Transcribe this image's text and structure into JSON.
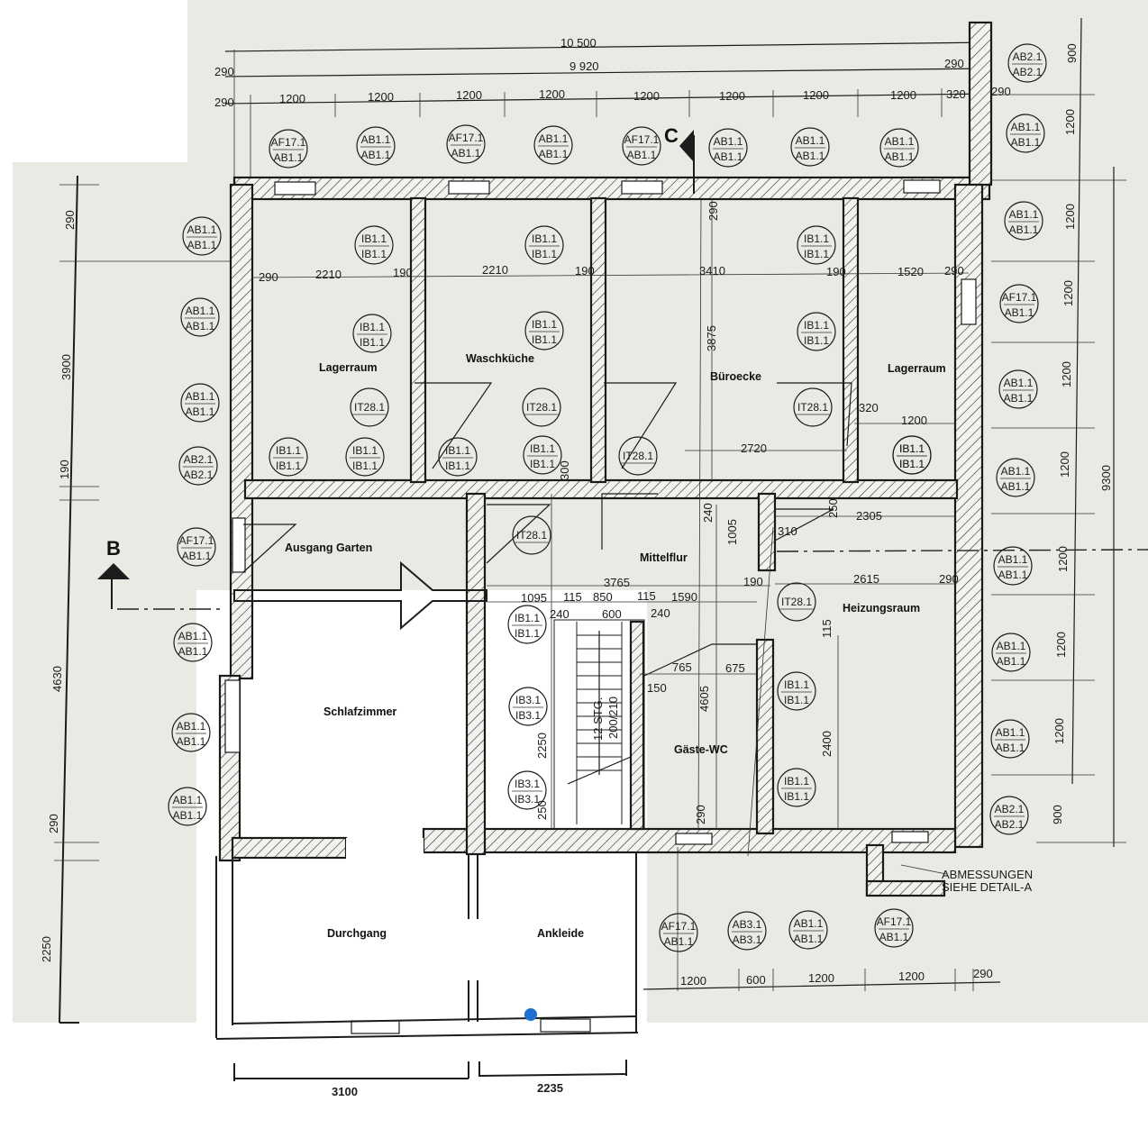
{
  "rooms": {
    "lagerraum_left": "Lagerraum",
    "waschkueche": "Waschküche",
    "bueroecke": "Büroecke",
    "lagerraum_right": "Lagerraum",
    "ausgang_garten": "Ausgang Garten",
    "mittelflur": "Mittelflur",
    "heizungsraum": "Heizungsraum",
    "schlafzimmer": "Schlafzimmer",
    "gaeste_wc": "Gäste-WC",
    "durchgang": "Durchgang",
    "ankleide": "Ankleide"
  },
  "sections": {
    "b": "B",
    "c": "C"
  },
  "note": {
    "line1": "ABMESSUNGEN",
    "line2": "SIEHE DETAIL-A"
  },
  "stairs": {
    "steps": "12 STG.",
    "ratio": "200/210"
  },
  "dims": {
    "top_total": "10 500",
    "top_inner": "9 920",
    "top_290_a": "290",
    "top_290_b": "290",
    "top_290_c": "290",
    "top_290_d": "290",
    "top_320": "320",
    "top_1200_1": "1200",
    "top_1200_2": "1200",
    "top_1200_3": "1200",
    "top_1200_4": "1200",
    "top_1200_5": "1200",
    "top_1200_6": "1200",
    "top_1200_7": "1200",
    "top_1200_8": "1200",
    "right_900_top": "900",
    "right_1200_1": "1200",
    "right_1200_2": "1200",
    "right_1200_3": "1200",
    "right_1200_4": "1200",
    "right_1200_5": "1200",
    "right_1200_6": "1200",
    "right_1200_7": "1200",
    "right_900_bottom": "900",
    "right_total": "9300",
    "left_290_top": "290",
    "left_3900": "3900",
    "left_190": "190",
    "left_4630": "4630",
    "left_290_bottom": "290",
    "left_2250": "2250",
    "room_290": "290",
    "room_2210_a": "2210",
    "room_190_a": "190",
    "room_2210_b": "2210",
    "room_190_b": "190",
    "room_3410": "3410",
    "room_190_c": "190",
    "room_1520": "1520",
    "room_290_b": "290",
    "room_3875": "3875",
    "room_290_c": "290",
    "d_320": "320",
    "d_1200": "1200",
    "d_2720": "2720",
    "d_300": "300",
    "d_250": "250",
    "d_310": "310",
    "d_2305": "2305",
    "d_1005": "1005",
    "d_240_a": "240",
    "d_3765": "3765",
    "d_190": "190",
    "d_2615": "2615",
    "d_290_d": "290",
    "d_1095": "1095",
    "d_115_a": "115",
    "d_850": "850",
    "d_115_b": "115",
    "d_1590": "1590",
    "d_240_b": "240",
    "d_600": "600",
    "d_240_c": "240",
    "d_115_c": "115",
    "d_765": "765",
    "d_675": "675",
    "d_150": "150",
    "d_4605": "4605",
    "d_2400": "2400",
    "d_2250": "2250",
    "d_250_b": "250",
    "d_290_e": "290",
    "bottom_1200_a": "1200",
    "bottom_600": "600",
    "bottom_1200_b": "1200",
    "bottom_1200_c": "1200",
    "bottom_290": "290",
    "bottom_3100": "3100",
    "bottom_2235": "2235"
  },
  "tags": [
    {
      "top": "AF17.1",
      "bottom": "AB1.1"
    },
    {
      "top": "AB1.1",
      "bottom": "AB1.1"
    },
    {
      "top": "AF17.1",
      "bottom": "AB1.1"
    },
    {
      "top": "AB1.1",
      "bottom": "AB1.1"
    },
    {
      "top": "AF17.1",
      "bottom": "AB1.1"
    },
    {
      "top": "AB1.1",
      "bottom": "AB1.1"
    },
    {
      "top": "AB1.1",
      "bottom": "AB1.1"
    },
    {
      "top": "AB1.1",
      "bottom": "AB1.1"
    },
    {
      "top": "AB2.1",
      "bottom": "AB2.1"
    },
    {
      "top": "AB1.1",
      "bottom": "AB1.1"
    },
    {
      "top": "AB1.1",
      "bottom": "AB1.1"
    },
    {
      "top": "AF17.1",
      "bottom": "AB1.1"
    },
    {
      "top": "AB1.1",
      "bottom": "AB1.1"
    },
    {
      "top": "AB1.1",
      "bottom": "AB1.1"
    },
    {
      "top": "AB1.1",
      "bottom": "AB1.1"
    },
    {
      "top": "AB1.1",
      "bottom": "AB1.1"
    },
    {
      "top": "AB1.1",
      "bottom": "AB1.1"
    },
    {
      "top": "AB2.1",
      "bottom": "AB2.1"
    },
    {
      "top": "AB1.1",
      "bottom": "AB1.1"
    },
    {
      "top": "AB1.1",
      "bottom": "AB1.1"
    },
    {
      "top": "AB1.1",
      "bottom": "AB1.1"
    },
    {
      "top": "AB2.1",
      "bottom": "AB2.1"
    },
    {
      "top": "AF17.1",
      "bottom": "AB1.1"
    },
    {
      "top": "AB1.1",
      "bottom": "AB1.1"
    },
    {
      "top": "AB1.1",
      "bottom": "AB1.1"
    },
    {
      "top": "AB1.1",
      "bottom": "AB1.1"
    },
    {
      "top": "AF17.1",
      "bottom": "AB1.1"
    },
    {
      "top": "AB3.1",
      "bottom": "AB3.1"
    },
    {
      "top": "AB1.1",
      "bottom": "AB1.1"
    },
    {
      "top": "AF17.1",
      "bottom": "AB1.1"
    },
    {
      "top": "IB1.1",
      "bottom": "IB1.1"
    },
    {
      "top": "IB1.1",
      "bottom": "IB1.1"
    },
    {
      "top": "IB1.1",
      "bottom": "IB1.1"
    },
    {
      "top": "IB1.1",
      "bottom": "IB1.1"
    },
    {
      "top": "IB1.1",
      "bottom": "IB1.1"
    },
    {
      "top": "IB1.1",
      "bottom": "IB1.1"
    },
    {
      "top": "IB1.1",
      "bottom": "IB1.1"
    },
    {
      "top": "IB1.1",
      "bottom": "IB1.1"
    },
    {
      "top": "IB1.1",
      "bottom": "IB1.1"
    },
    {
      "top": "IB1.1",
      "bottom": "IB1.1"
    },
    {
      "top": "IB1.1",
      "bottom": "IB1.1"
    },
    {
      "top": "IB1.1",
      "bottom": "IB1.1"
    },
    {
      "top": "IB3.1",
      "bottom": "IB3.1"
    },
    {
      "top": "IB3.1",
      "bottom": "IB3.1"
    },
    {
      "top": "IB1.1",
      "bottom": "IB1.1"
    },
    {
      "top": "IB1.1",
      "bottom": "IB1.1"
    },
    {
      "top": "IB1.1",
      "bottom": "IB1.1"
    },
    {
      "top": "IT28.1",
      "bottom": ""
    },
    {
      "top": "IT28.1",
      "bottom": ""
    },
    {
      "top": "IT28.1",
      "bottom": ""
    },
    {
      "top": "IT28.1",
      "bottom": ""
    },
    {
      "top": "IT28.1",
      "bottom": ""
    },
    {
      "top": "IT28.1",
      "bottom": ""
    }
  ]
}
